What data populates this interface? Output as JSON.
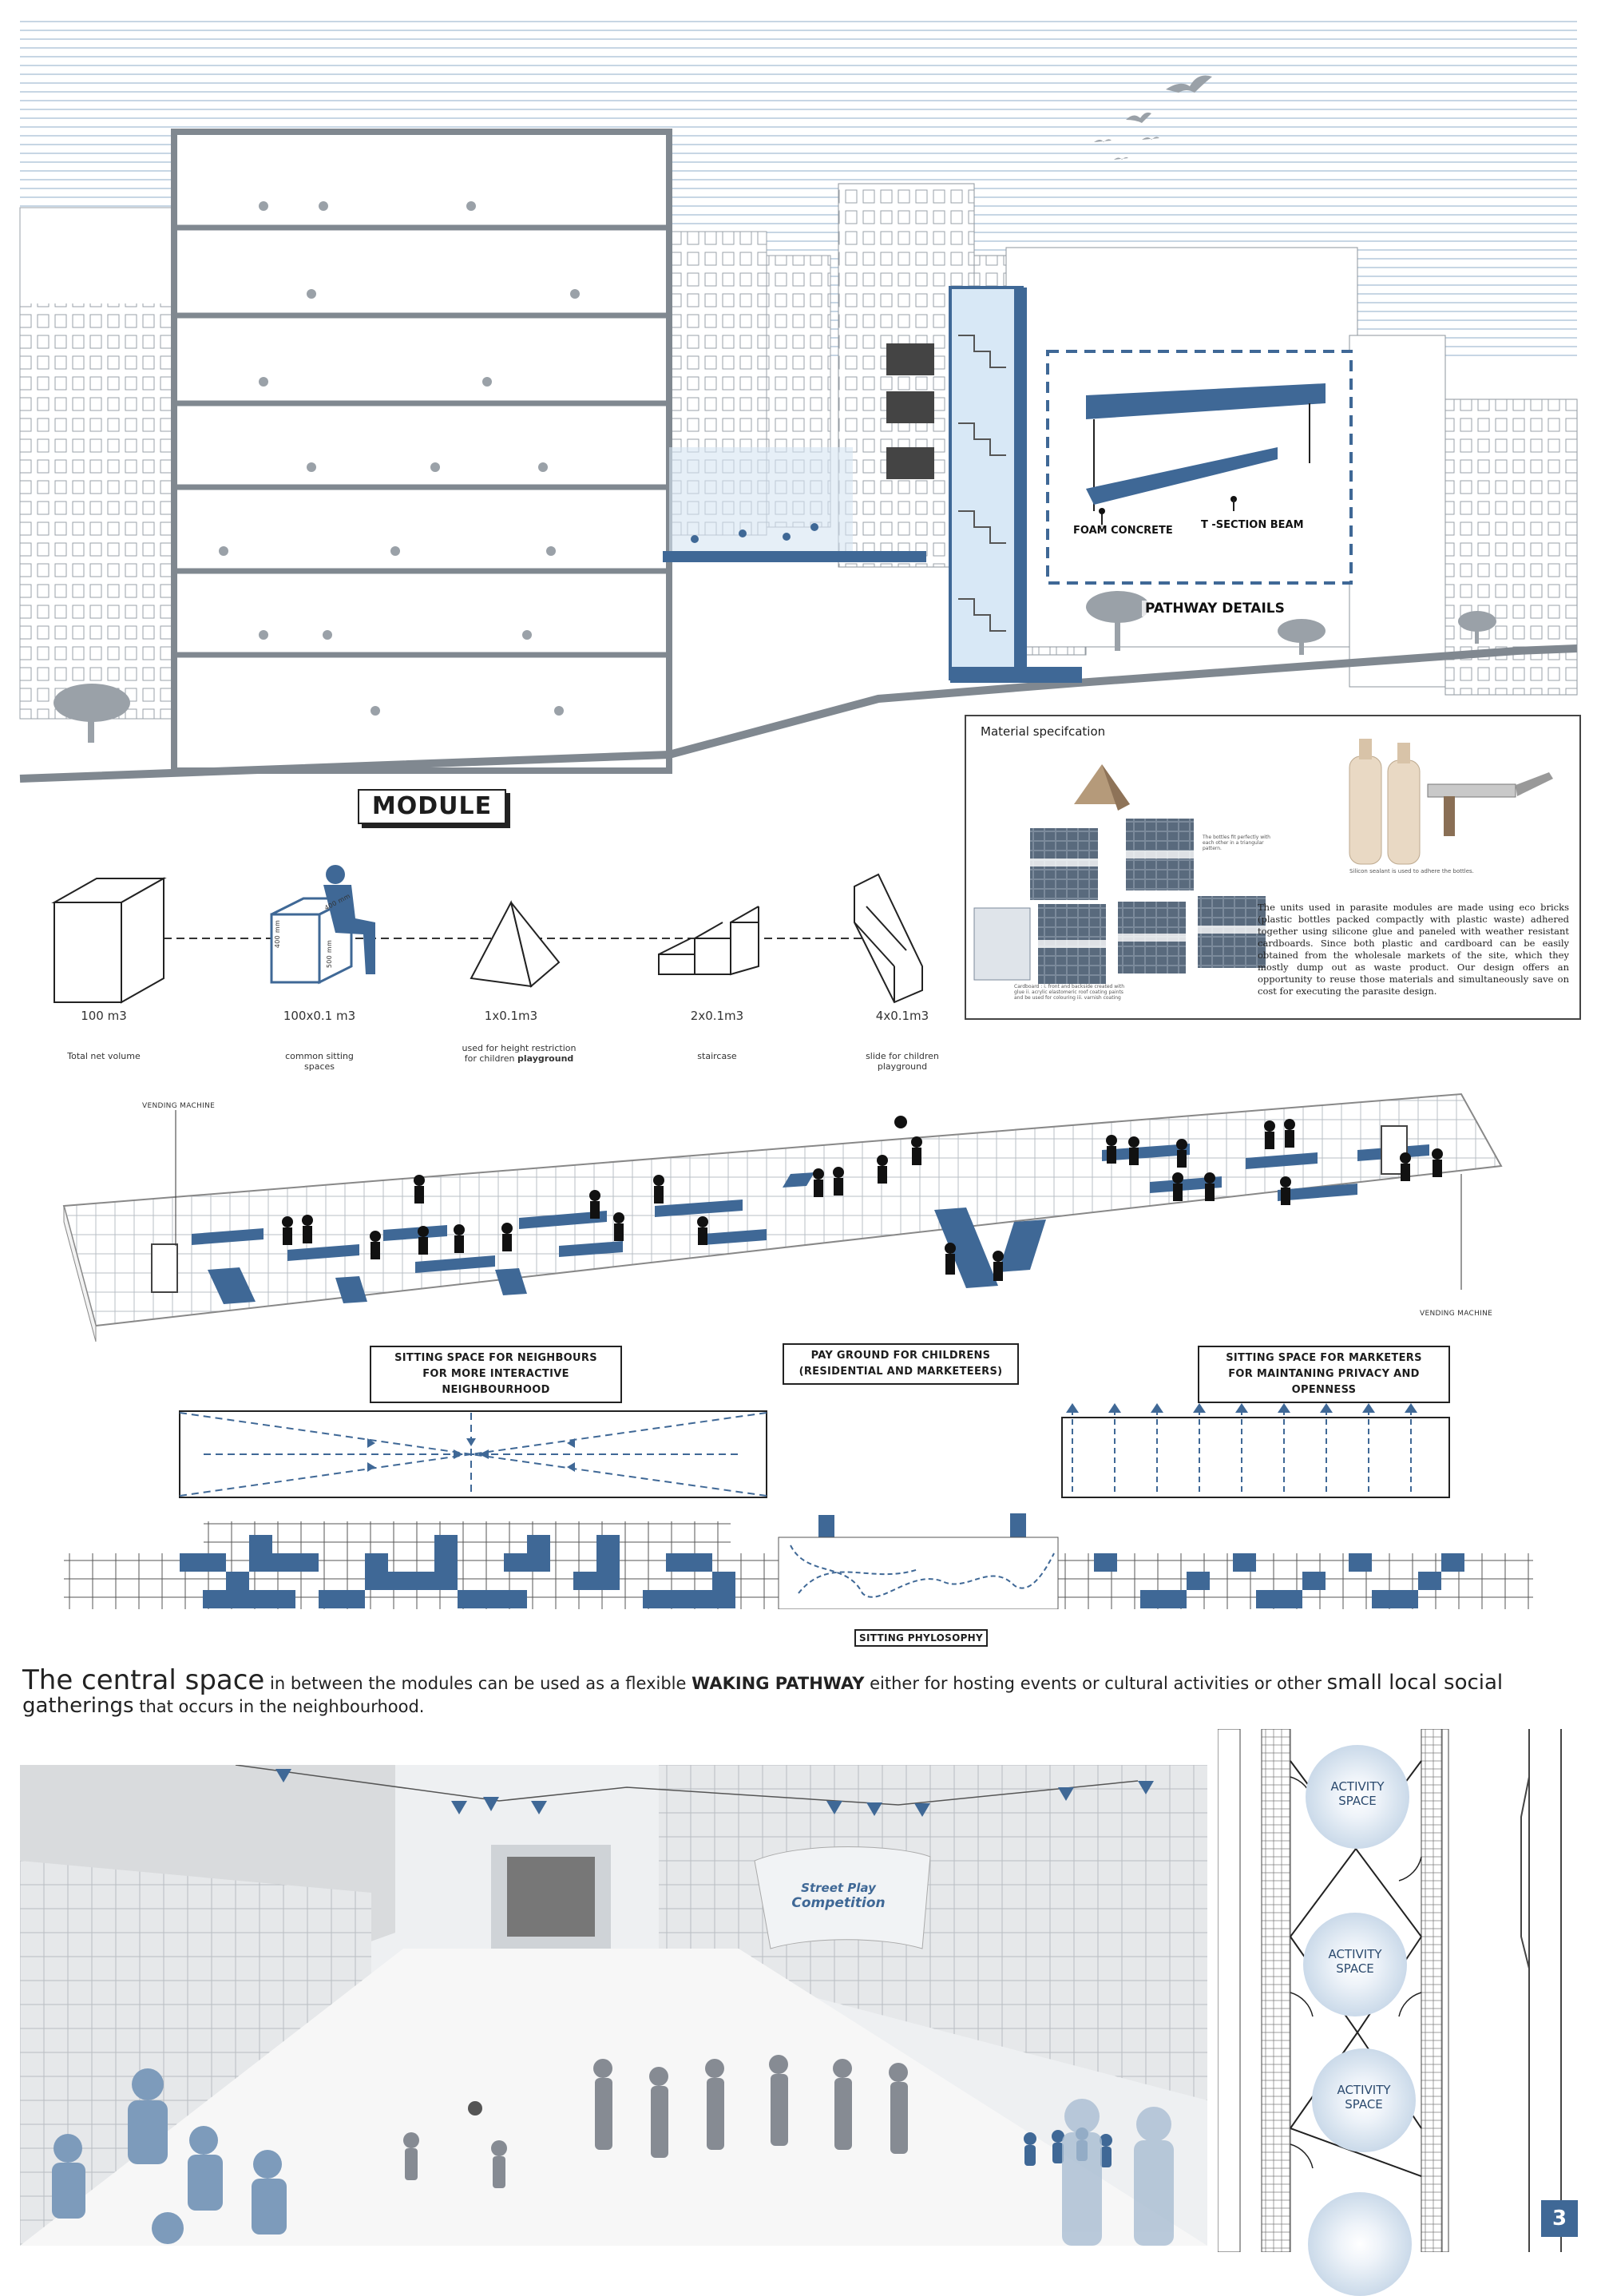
{
  "section_top": {
    "foam_label": "FOAM CONCRETE",
    "beam_label": "T -SECTION BEAM",
    "pathway_label": "PATHWAY DETAILS"
  },
  "material": {
    "title": "Material specifcation",
    "sealant_note": "Silicon sealant is used to adhere the bottles.",
    "bottle_note": "The bottles fit perfectly with each other in a triangular pattern.",
    "cardboard_note": "Cardboard : i. front and backside created with glue  ii. acrylic elastomeric roof coating paints and be used for colouring  iii. varnish coating",
    "paragraph": "The units used in parasite modules are made using eco bricks (plastic bottles packed compactly with plastic waste) adhered together using silicone glue and paneled with weather resistant cardboards. Since both plastic and cardboard can be easily obtained from the wholesale markets of the site, which they mostly dump out as waste product. Our design offers an opportunity to reuse those materials and simultaneously save on cost for executing the parasite design."
  },
  "module": {
    "title": "MODULE",
    "dims": [
      "400 mm",
      "400 mm",
      "500 mm"
    ],
    "items": [
      {
        "volume": "100 m3",
        "caption": "Total net volume",
        "caption2": "",
        "bold": "",
        "shape": "cube-icon"
      },
      {
        "volume": "100x0.1 m3",
        "caption": "common sitting",
        "caption2": "spaces",
        "bold": "",
        "shape": "seated-person-cube-icon"
      },
      {
        "volume": "1x0.1m3",
        "caption": "used for height restriction",
        "caption2": "for children ",
        "bold": "playground",
        "shape": "pyramid-icon"
      },
      {
        "volume": "2x0.1m3",
        "caption": "staircase",
        "caption2": "",
        "bold": "",
        "shape": "stair-icon"
      },
      {
        "volume": "4x0.1m3",
        "caption": "slide for children",
        "caption2": "playground",
        "bold": "",
        "shape": "slide-icon"
      }
    ]
  },
  "iso": {
    "vending_left": "VENDING MACHINE",
    "vending_right": "VENDING MACHINE"
  },
  "zones": [
    {
      "line1": "SITTING SPACE FOR NEIGHBOURS",
      "line2": "FOR MORE INTERACTIVE NEIGHBOURHOOD"
    },
    {
      "line1": "PAY GROUND FOR CHILDRENS",
      "line2": "(RESIDENTIAL AND MARKETEERS)"
    },
    {
      "line1": "SITTING SPACE FOR MARKETERS",
      "line2": "FOR MAINTANING PRIVACY AND OPENNESS"
    }
  ],
  "philosophy_label": "SITTING PHYLOSOPHY",
  "headline": {
    "lead": "The central space",
    "t1": " in between the modules can be used as a flexible ",
    "b1": "WAKING PATHWAY",
    "t2": " either for hosting events or cultural activities or other ",
    "l2": "small local social gatherings",
    "t3": " that occurs in the neighbourhood."
  },
  "banner": {
    "line1": "Street Play",
    "line2": "Competition"
  },
  "activity": [
    {
      "line1": "ACTIVITY",
      "line2": "SPACE"
    },
    {
      "line1": "ACTIVITY",
      "line2": "SPACE"
    },
    {
      "line1": "ACTIVITY",
      "line2": "SPACE"
    }
  ],
  "page_number": "3",
  "colors": {
    "accent": "#3f6896",
    "sky_lines": "#b9cbdd",
    "ink": "#1d1d1d"
  }
}
